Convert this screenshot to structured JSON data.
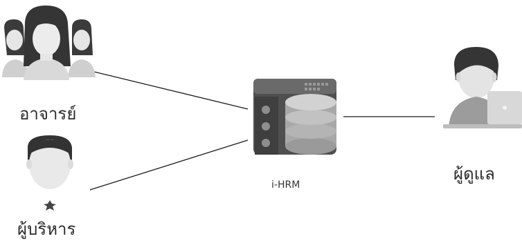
{
  "nodes": {
    "teachers": {
      "label": "อาจารย์",
      "icon": "teacher-group-icon"
    },
    "executive": {
      "label": "ผู้บริหาร",
      "icon": "executive-person-icon"
    },
    "system": {
      "label": "i-HRM",
      "icon": "server-database-icon"
    },
    "admin": {
      "label": "ผู้ดูแล",
      "icon": "admin-laptop-icon"
    }
  },
  "connections": [
    {
      "from": "teachers",
      "to": "system"
    },
    {
      "from": "executive",
      "to": "system"
    },
    {
      "from": "system",
      "to": "admin"
    }
  ],
  "colors": {
    "line": "#1a1a1a",
    "hair": "#3b3b3b",
    "skin": "#e6e6e6",
    "server_body": "#5a5a5a",
    "database": "#bdbdbd"
  }
}
